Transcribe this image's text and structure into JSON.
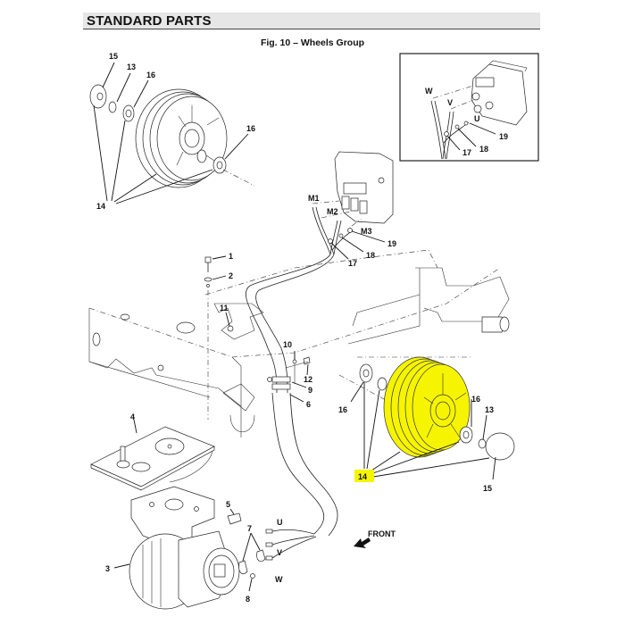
{
  "header": {
    "section_title": "STANDARD PARTS",
    "figure_title": "Fig. 10 – Wheels Group"
  },
  "colors": {
    "highlight": "#f6f400",
    "header_bg": "#e6e6e6",
    "line": "#222222"
  },
  "callouts": {
    "top_left_wheel": {
      "washer": "15",
      "snap_ring": "13",
      "bearing_left": "16",
      "bearing_right": "16",
      "wheel": "14"
    },
    "controller": {
      "m1": "M1",
      "m2": "M2",
      "m3": "M3",
      "nut": "19",
      "washer": "18",
      "lug": "17"
    },
    "inset": {
      "w": "W",
      "v": "V",
      "u": "U",
      "nut": "19",
      "washer": "18",
      "lug": "17"
    },
    "frame": {
      "bolt": "1",
      "washer": "2",
      "nut": "11",
      "bracket_nut": "10",
      "screw": "12",
      "clamp": "9",
      "hose": "6"
    },
    "drive": {
      "plate": "4",
      "motor": "3",
      "key": "5",
      "clamps": "7",
      "screw": "8",
      "u": "U",
      "v": "V",
      "w": "W"
    },
    "right_wheel": {
      "bearing_left": "16",
      "bearing_right": "16",
      "snap_ring": "13",
      "cap": "15",
      "wheel_highlighted": "14"
    }
  },
  "direction_label": "FRONT"
}
